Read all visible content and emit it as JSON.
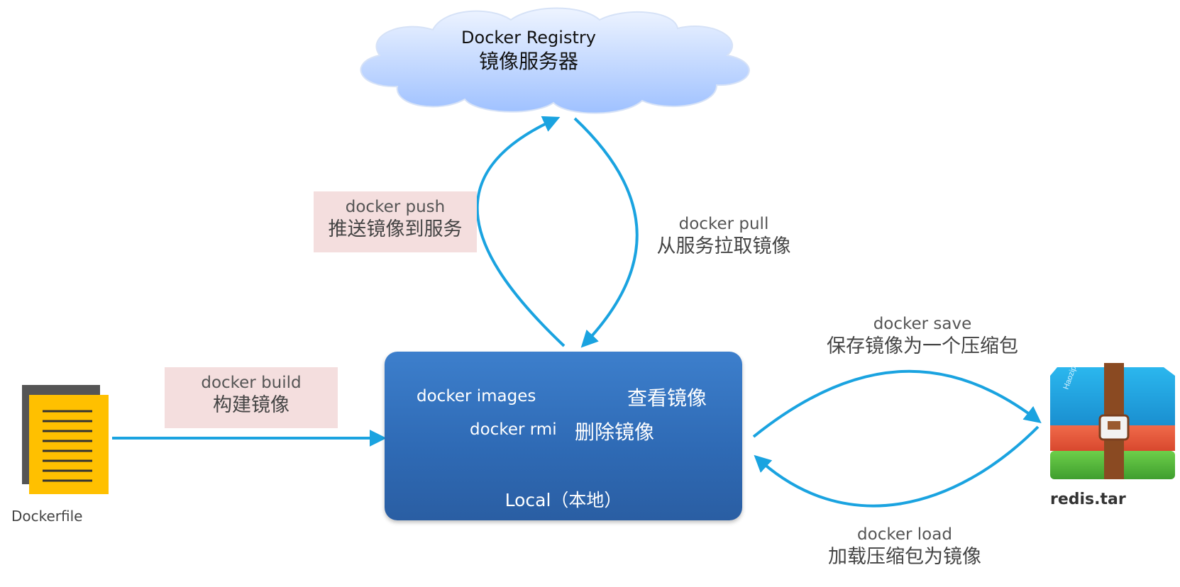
{
  "registry": {
    "title": "Docker Registry",
    "subtitle": "镜像服务器"
  },
  "push": {
    "command": "docker push",
    "description": "推送镜像到服务"
  },
  "pull": {
    "command": "docker pull",
    "description": "从服务拉取镜像"
  },
  "build": {
    "command": "docker build",
    "description": "构建镜像"
  },
  "local": {
    "images_command": "docker images",
    "images_description": "查看镜像",
    "rmi_command": "docker rmi",
    "rmi_description": "删除镜像",
    "label": "Local（本地）"
  },
  "save": {
    "command": "docker save",
    "description": "保存镜像为一个压缩包"
  },
  "load": {
    "command": "docker load",
    "description": "加载压缩包为镜像"
  },
  "dockerfile": {
    "label": "Dockerfile",
    "icon": "document-icon"
  },
  "archive": {
    "label": "redis.tar",
    "icon": "archive-icon",
    "brand": "Haozip"
  },
  "colors": {
    "arrow": "#1aa3e0",
    "local_box": "#2f6bb6",
    "label_box": "#f4dede",
    "cloud_top": "#e4eeff",
    "cloud_bottom": "#a9c8ff"
  }
}
